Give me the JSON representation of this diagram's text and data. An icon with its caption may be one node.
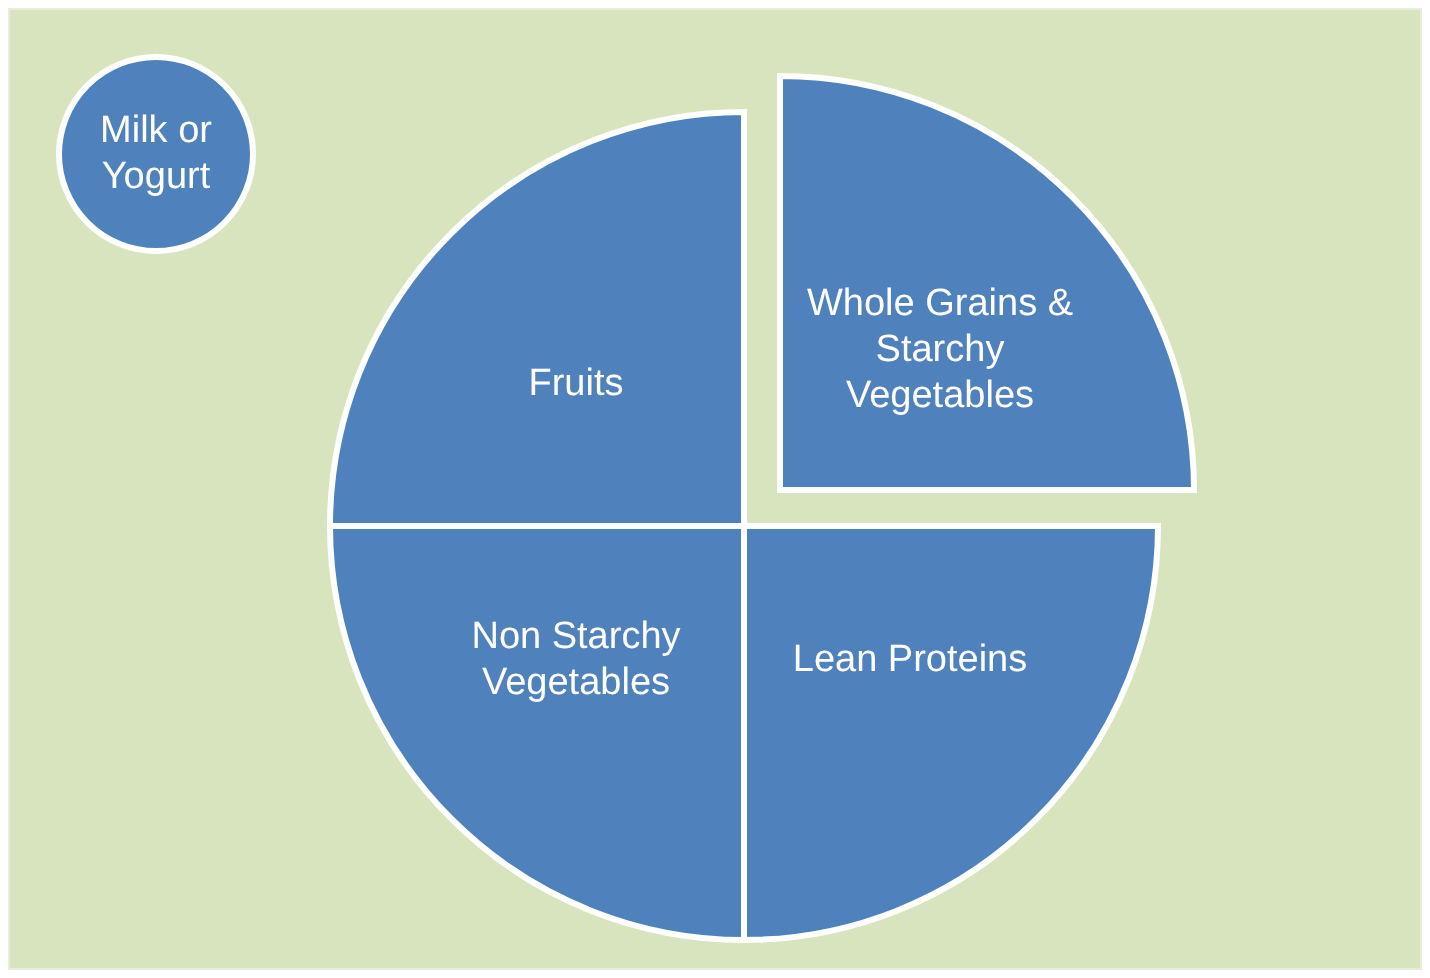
{
  "diagram": {
    "nodes": [
      {
        "text": [
          "Milk or Yogurt"
        ]
      },
      {
        "text": [
          "Fruits"
        ]
      },
      {
        "text": [
          "Whole Grains & Starchy Vegetables"
        ]
      },
      {
        "text": [
          "Non Starchy Vegetables"
        ]
      },
      {
        "text": [
          "Lean Proteins"
        ]
      }
    ]
  }
}
